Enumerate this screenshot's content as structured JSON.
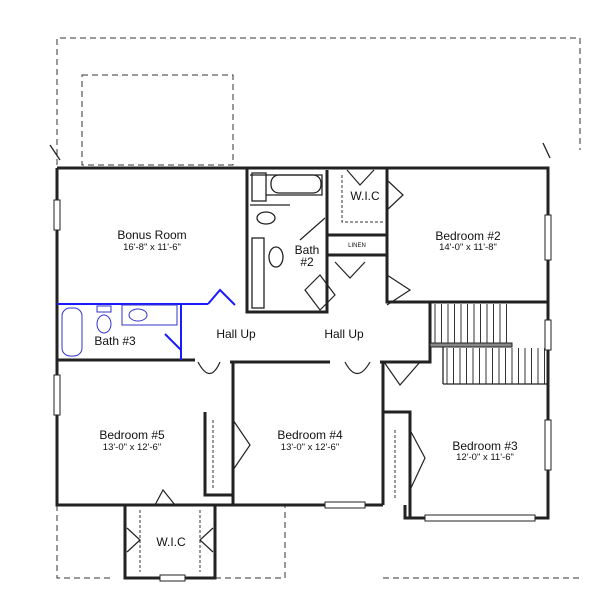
{
  "rooms": {
    "bonus": {
      "name": "Bonus Room",
      "dims": "16'-8\" x 11'-6\""
    },
    "bedroom2": {
      "name": "Bedroom #2",
      "dims": "14'-0\" x 11'-8\""
    },
    "bedroom3": {
      "name": "Bedroom #3",
      "dims": "12'-0\" x 11'-6\""
    },
    "bedroom4": {
      "name": "Bedroom #4",
      "dims": "13'-0\" x 12'-6\""
    },
    "bedroom5": {
      "name": "Bedroom #5",
      "dims": "13'-0\" x 12'-6\""
    },
    "bath2": {
      "line1": "Bath",
      "line2": "#2"
    },
    "bath3": {
      "name": "Bath #3"
    },
    "wic_top": {
      "name": "W.I.C"
    },
    "wic_bottom": {
      "name": "W.I.C"
    },
    "linen": {
      "name": "LINEN"
    },
    "hall_left": {
      "name": "Hall Up"
    },
    "hall_right": {
      "name": "Hall Up"
    }
  },
  "colors": {
    "walls": "#222222",
    "bath3_highlight": "#1a1aff"
  }
}
